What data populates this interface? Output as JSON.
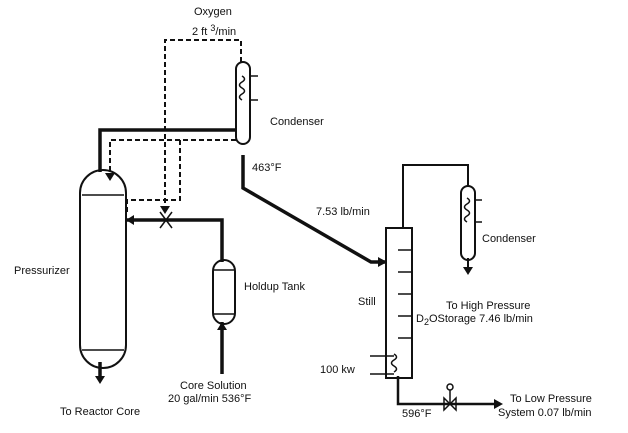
{
  "labels": {
    "oxygen": "Oxygen",
    "oxygen_rate_num": "2 ft",
    "oxygen_rate_exp": "3",
    "oxygen_rate_unit": "/min",
    "condenser_top": "Condenser",
    "temp_463": "463°F",
    "flow_753": "7.53 lb/min",
    "condenser_right": "Condenser",
    "pressurizer": "Pressurizer",
    "holdup_tank": "Holdup Tank",
    "still": "Still",
    "to_high_pressure": "To High Pressure",
    "d2o_d": "D",
    "d2o_sub": "2",
    "d2o_rest": "OStorage 7.46 lb/min",
    "power_100kw": "100 kw",
    "core_solution": "Core Solution",
    "core_flow": "20 gal/min 536°F",
    "to_reactor_core": "To Reactor Core",
    "temp_596": "596°F",
    "to_low_pressure": "To Low Pressure",
    "low_pressure_rate": "System 0.07 lb/min"
  }
}
